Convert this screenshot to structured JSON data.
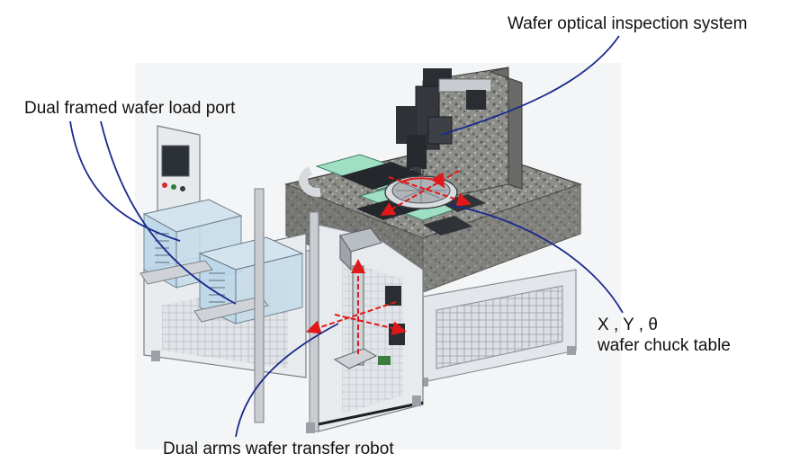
{
  "labels": {
    "optical_inspection": "Wafer optical inspection system",
    "load_port": "Dual framed wafer load port",
    "chuck_axes": "X , Y , θ",
    "chuck_name": "wafer chuck table",
    "transfer_robot": "Dual arms wafer transfer robot"
  },
  "colors": {
    "leader_line": "#1a2a8c",
    "motion_arrow": "#e01818",
    "granite": "#8a8a86",
    "rail_green": "#9fe0c4",
    "frame": "#cfd3d8",
    "glass": "#bcd8ea",
    "dark_part": "#2a2d31"
  }
}
